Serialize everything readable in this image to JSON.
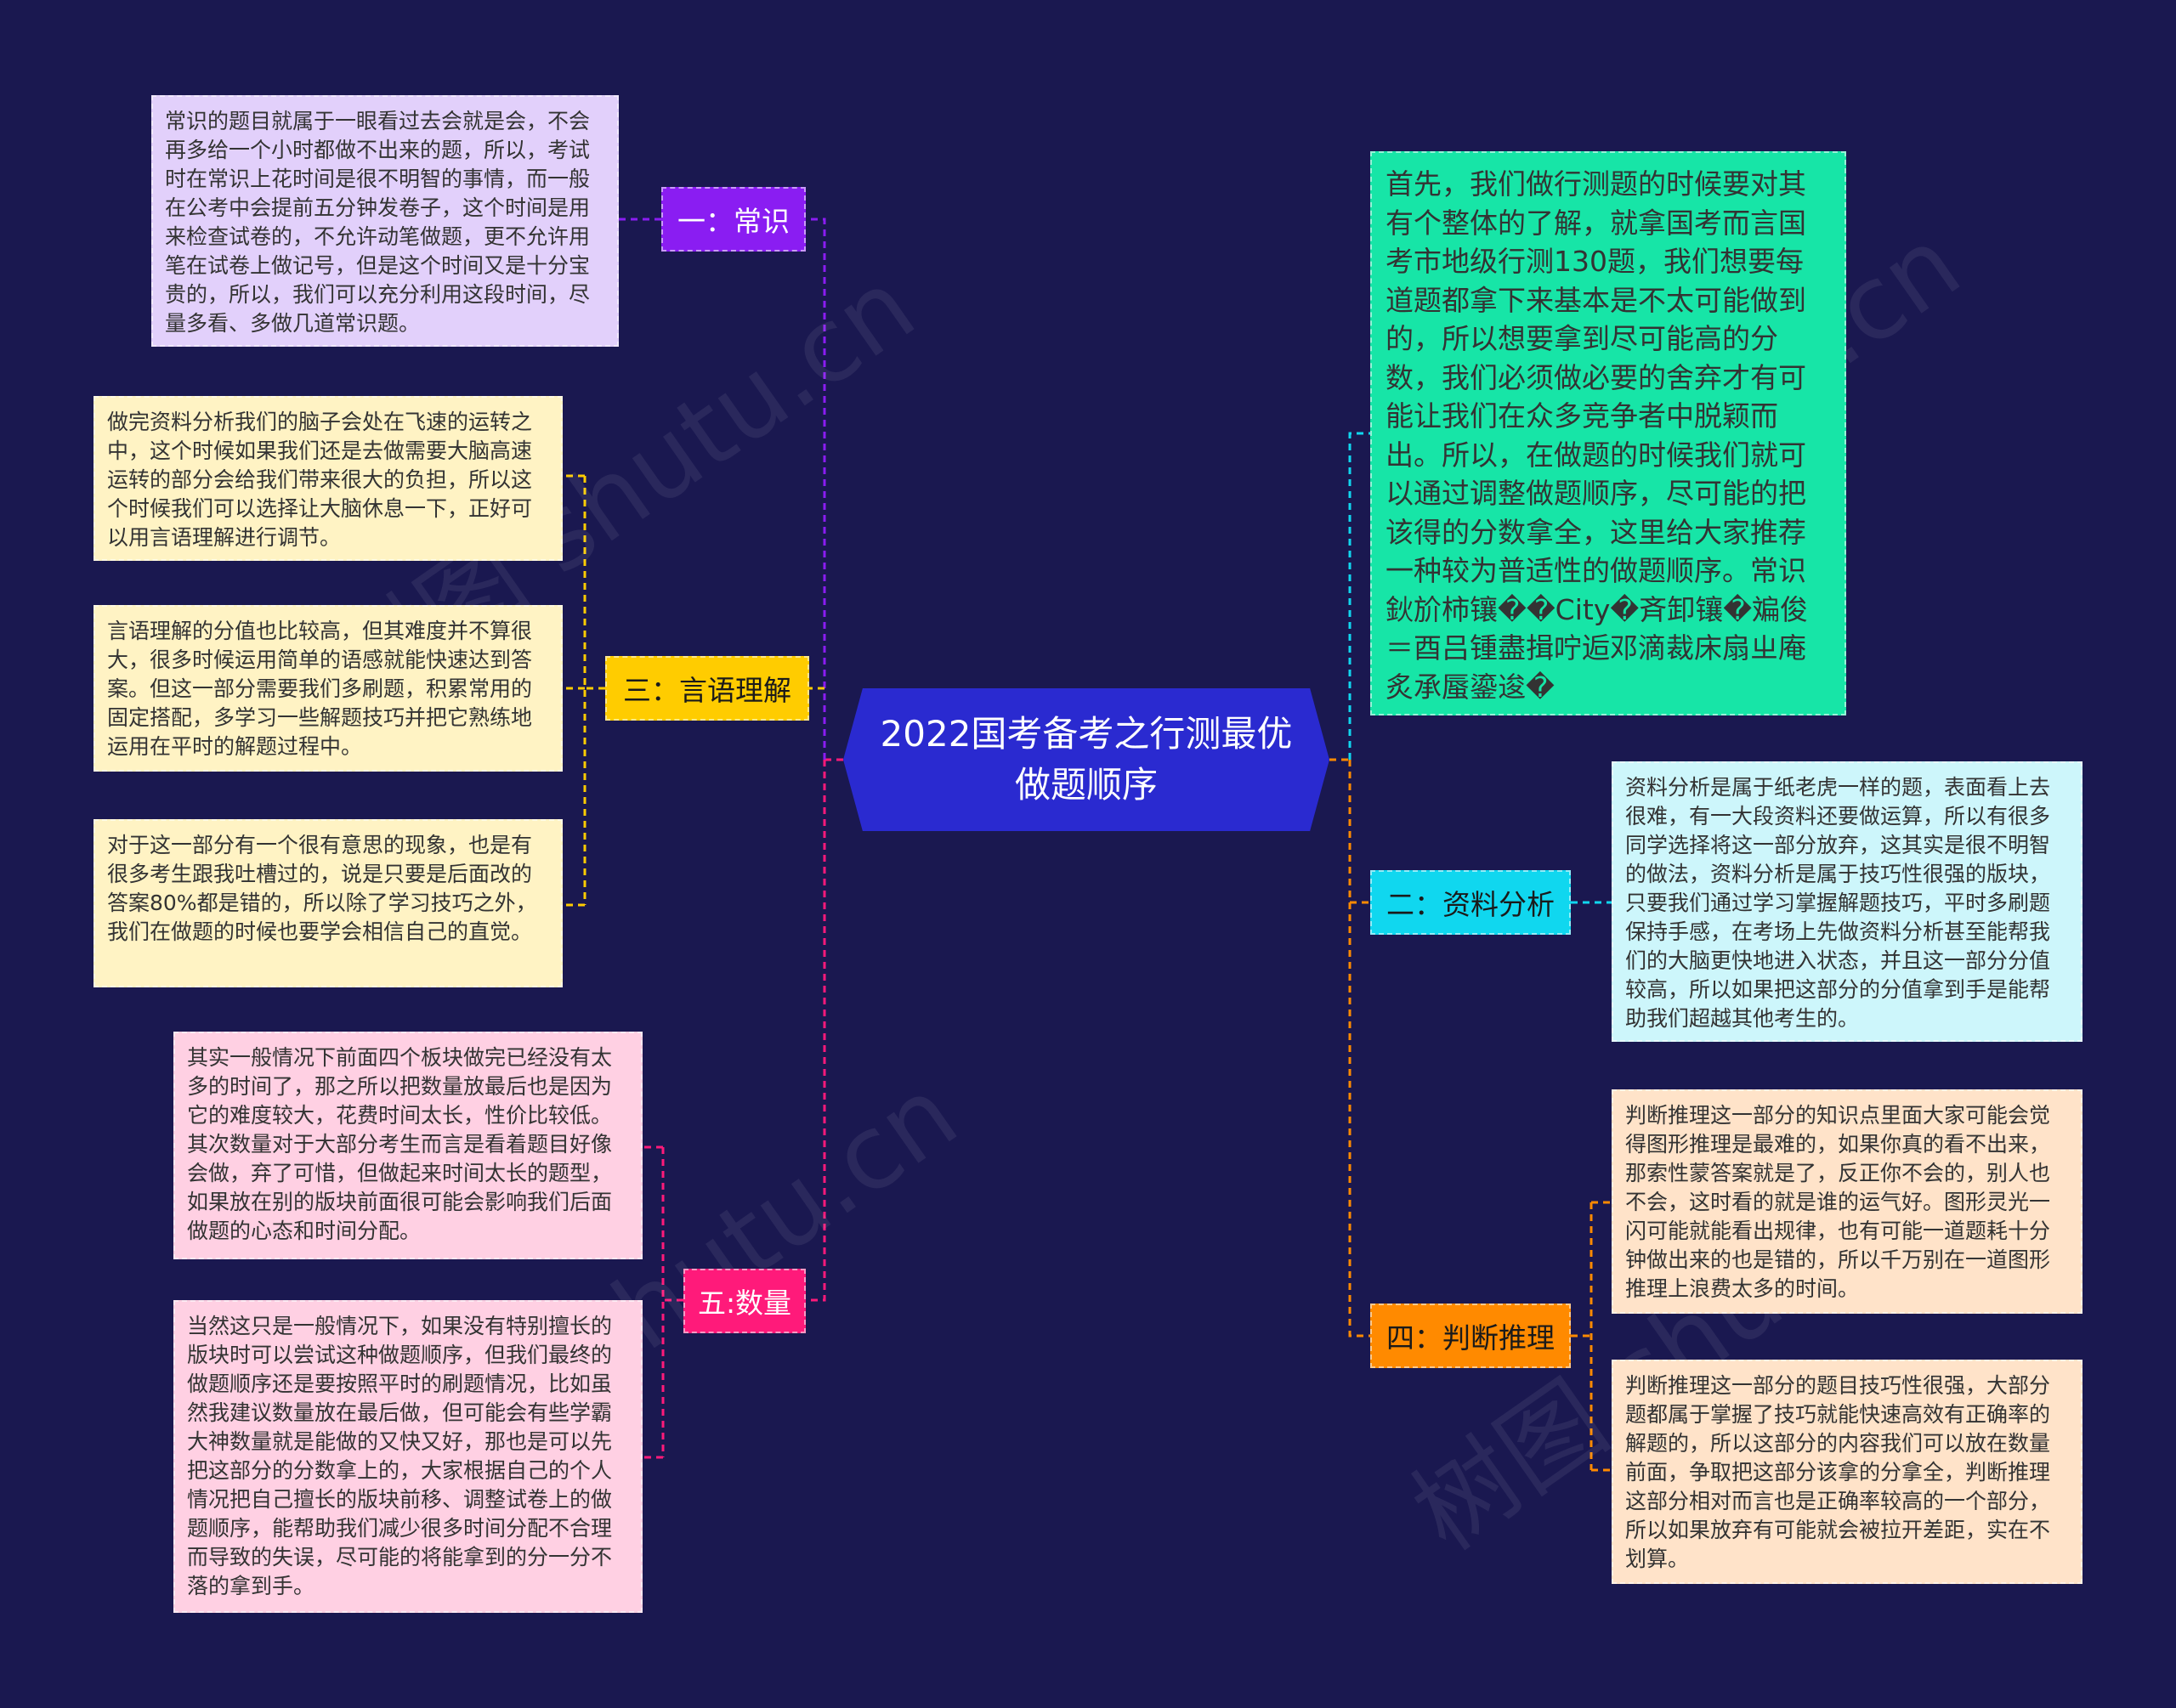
{
  "center": {
    "title": "2022国考备考之行测最优做题顺序"
  },
  "topics": {
    "t1": {
      "label": "一：常识",
      "color": "#8a1df2",
      "text_color": "#ffffff"
    },
    "t2": {
      "label": "二：资料分析",
      "color": "#10d7ef",
      "text_color": "#1a1a1a"
    },
    "t3": {
      "label": "三：言语理解",
      "color": "#ffcc00",
      "text_color": "#1a1a1a"
    },
    "t4": {
      "label": "四：判断推理",
      "color": "#ff8a00",
      "text_color": "#1a1a1a"
    },
    "t5": {
      "label": "五:数量",
      "color": "#ff1a7a",
      "text_color": "#ffffff"
    }
  },
  "notes": {
    "n1": {
      "text": "常识的题目就属于一眼看过去会就是会，不会再多给一个小时都做不出来的题，所以，考试时在常识上花时间是很不明智的事情，而一般在公考中会提前五分钟发卷子，这个时间是用来检查试卷的，不允许动笔做题，更不允许用笔在试卷上做记号，但是这个时间又是十分宝贵的，所以，我们可以充分利用这段时间，尽量多看、多做几道常识题。",
      "color": "#e2d0fb"
    },
    "n2": {
      "text": "做完资料分析我们的脑子会处在飞速的运转之中，这个时候如果我们还是去做需要大脑高速运转的部分会给我们带来很大的负担，所以这个时候我们可以选择让大脑休息一下，正好可以用言语理解进行调节。",
      "color": "#fff3c4"
    },
    "n3": {
      "text": "言语理解的分值也比较高，但其难度并不算很大，很多时候运用简单的语感就能快速达到答案。但这一部分需要我们多刷题，积累常用的固定搭配，多学习一些解题技巧并把它熟练地运用在平时的解题过程中。",
      "color": "#fff3c4"
    },
    "n4": {
      "text": "对于这一部分有一个很有意思的现象，也是有很多考生跟我吐槽过的，说是只要是后面改的答案80%都是错的，所以除了学习技巧之外，我们在做题的时候也要学会相信自己的直觉。",
      "color": "#fff3c4"
    },
    "n5": {
      "text": "其实一般情况下前面四个板块做完已经没有太多的时间了，那之所以把数量放最后也是因为它的难度较大，花费时间太长，性价比较低。其次数量对于大部分考生而言是看着题目好像会做，弃了可惜，但做起来时间太长的题型，如果放在别的版块前面很可能会影响我们后面做题的心态和时间分配。",
      "color": "#ffd0e3"
    },
    "n6": {
      "text": "当然这只是一般情况下，如果没有特别擅长的版块时可以尝试这种做题顺序，但我们最终的做题顺序还是要按照平时的刷题情况，比如虽然我建议数量放在最后做，但可能会有些学霸大神数量就是能做的又快又好，那也是可以先把这部分的分数拿上的，大家根据自己的个人情况把自己擅长的版块前移、调整试卷上的做题顺序，能帮助我们减少很多时间分配不合理而导致的失误，尽可能的将能拿到的分一分不落的拿到手。",
      "color": "#ffd0e3"
    },
    "n7": {
      "text": "首先，我们做行测题的时候要对其有个整体的了解，就拿国考而言国考市地级行测130题，我们想要每道题都拿下来基本是不太可能做到的，所以想要拿到尽可能高的分数，我们必须做必要的舍弃才有可能让我们在众多竞争者中脱颖而出。所以，在做题的时候我们就可以通过调整做题顺序，尽可能的把该得的分数拿全，这里给大家推荐一种较为普适性的做题顺序。常识鈥斺柿镶��City�斉卸镶�斒俊＝酉吕锺盡揖咛逅邓滴裁床扇ㄓ庵炙承蜃鎏逡�",
      "color": "#17e5a7"
    },
    "n8": {
      "text": "资料分析是属于纸老虎一样的题，表面看上去很难，有一大段资料还要做运算，所以有很多同学选择将这一部分放弃，这其实是很不明智的做法，资料分析是属于技巧性很强的版块，只要我们通过学习掌握解题技巧，平时多刷题保持手感，在考场上先做资料分析甚至能帮我们的大脑更快地进入状态，并且这一部分分值较高，所以如果把这部分的分值拿到手是能帮助我们超越其他考生的。",
      "color": "#cdf6fb"
    },
    "n9": {
      "text": "判断推理这一部分的知识点里面大家可能会觉得图形推理是最难的，如果你真的看不出来，那索性蒙答案就是了，反正你不会的，别人也不会，这时看的就是谁的运气好。图形灵光一闪可能就能看出规律，也有可能一道题耗十分钟做出来的也是错的，所以千万别在一道图形推理上浪费太多的时间。",
      "color": "#ffe3c9"
    },
    "n10": {
      "text": "判断推理这一部分的题目技巧性很强，大部分题都属于掌握了技巧就能快速高效有正确率的解题的，所以这部分的内容我们可以放在数量前面，争取把这部分该拿的分拿全，判断推理这部分相对而言也是正确率较高的一个部分，所以如果放弃有可能就会被拉开差距，实在不划算。",
      "color": "#ffe3c9"
    }
  },
  "watermark": "树图 shutu.cn"
}
